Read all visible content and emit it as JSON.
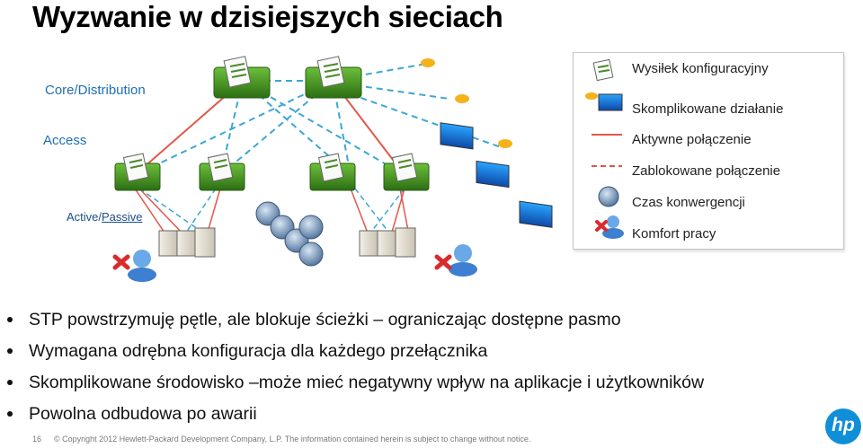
{
  "title": "Wyzwanie w dzisiejszych sieciach",
  "tiers": {
    "core": "Core/Distribution",
    "access": "Access",
    "active_passive": {
      "prefix": "Active/",
      "underlined": "Passive"
    }
  },
  "legend": {
    "items": [
      {
        "icon": "config-document-icon",
        "label": "Wysiłek konfiguracyjny"
      },
      {
        "icon": "complex-operation-icon",
        "label": "Skomplikowane działanie"
      },
      {
        "icon": "solid-line-icon",
        "label": "Aktywne połączenie"
      },
      {
        "icon": "dashed-line-icon",
        "label": "Zablokowane połączenie"
      },
      {
        "icon": "convergence-clock-icon",
        "label": "Czas konwergencji"
      },
      {
        "icon": "user-comfort-icon",
        "label": "Komfort pracy"
      }
    ]
  },
  "bullets": [
    "STP powstrzymuję pętle, ale blokuje ścieżki – ograniczając dostępne pasmo",
    "Wymagana odrębna konfiguracja dla każdego przełącznika",
    "Skomplikowane środowisko –może  mieć negatywny wpływ na aplikacje i użytkowników",
    "Powolna odbudowa po awarii"
  ],
  "footer": {
    "page": "16",
    "copyright": "© Copyright 2012 Hewlett-Packard Development Company, L.P.  The information contained herein is subject to change without notice."
  },
  "logo": {
    "text": "hp"
  },
  "colors": {
    "accent_blue": "#1f6fb5",
    "switch_green": "#3b8a1e",
    "active_link": "#e2574c",
    "blocked_link": "#3aa7d4",
    "hp_blue": "#0f8fd8"
  }
}
